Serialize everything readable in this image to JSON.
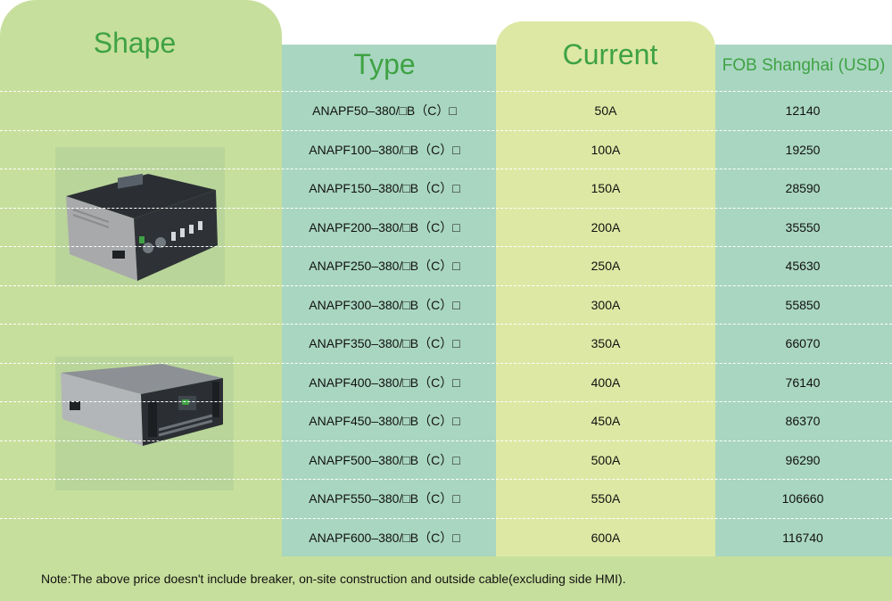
{
  "headers": {
    "shape": "Shape",
    "type": "Type",
    "current": "Current",
    "fob": "FOB Shanghai (USD)"
  },
  "rows": [
    {
      "type": "ANAPF50–380/□B（C）□",
      "current": "50A",
      "price": "12140"
    },
    {
      "type": "ANAPF100–380/□B（C）□",
      "current": "100A",
      "price": "19250"
    },
    {
      "type": "ANAPF150–380/□B（C）□",
      "current": "150A",
      "price": "28590"
    },
    {
      "type": "ANAPF200–380/□B（C）□",
      "current": "200A",
      "price": "35550"
    },
    {
      "type": "ANAPF250–380/□B（C）□",
      "current": "250A",
      "price": "45630"
    },
    {
      "type": "ANAPF300–380/□B（C）□",
      "current": "300A",
      "price": "55850"
    },
    {
      "type": "ANAPF350–380/□B（C）□",
      "current": "350A",
      "price": "66070"
    },
    {
      "type": "ANAPF400–380/□B（C）□",
      "current": "400A",
      "price": "76140"
    },
    {
      "type": "ANAPF450–380/□B（C）□",
      "current": "450A",
      "price": "86370"
    },
    {
      "type": "ANAPF500–380/□B（C）□",
      "current": "500A",
      "price": "96290"
    },
    {
      "type": "ANAPF550–380/□B（C）□",
      "current": "550A",
      "price": "106660"
    },
    {
      "type": "ANAPF600–380/□B（C）□",
      "current": "600A",
      "price": "116740"
    }
  ],
  "note": "Note:The above price doesn't include breaker, on-site construction and outside cable(excluding side HMI).",
  "colors": {
    "shape_bg": "#c7df9c",
    "type_bg": "#a9d6c1",
    "current_bg": "#dde8a4",
    "header_text": "#3fa244"
  },
  "images": [
    "wall-mounted-apf-unit",
    "rack-mounted-apf-unit"
  ]
}
